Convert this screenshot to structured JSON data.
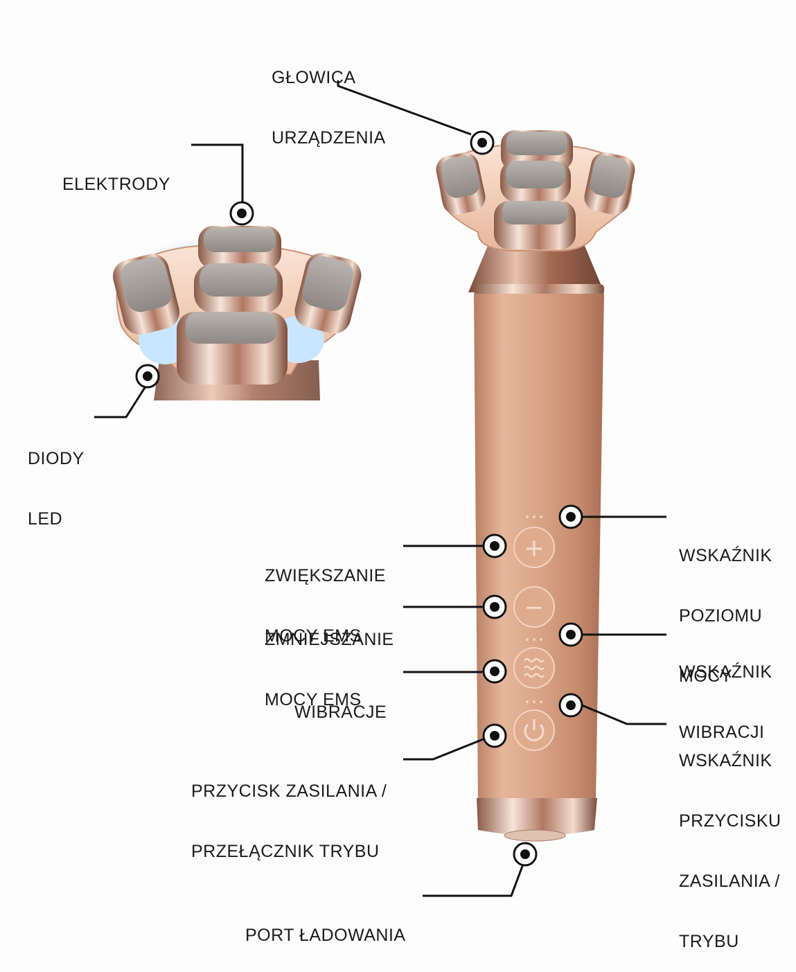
{
  "labels": {
    "head": [
      "GŁOWICA",
      "URZĄDZENIA"
    ],
    "electrodes": [
      "ELEKTRODY"
    ],
    "leds": [
      "DIODY",
      "LED"
    ],
    "ems_up": [
      "ZWIĘKSZANIE",
      "MOCY EMS"
    ],
    "ems_down": [
      "ZMNIEJSZANIE",
      "MOCY EMS"
    ],
    "vibration": [
      "WIBRACJE"
    ],
    "power": [
      "PRZYCISK ZASILANIA /",
      "PRZEŁĄCZNIK TRYBU"
    ],
    "charging": [
      "PORT ŁADOWANIA"
    ],
    "power_level": [
      "WSKAŹNIK",
      "POZIOMU",
      "MOCY"
    ],
    "vibration_ind": [
      "WSKAŹNIK",
      "WIBRACJI"
    ],
    "power_ind": [
      "WSKAŹNIK",
      "PRZYCISKU",
      "ZASILANIA /",
      "TRYBU"
    ]
  },
  "buttons": {
    "plus_symbol": "+",
    "minus_symbol": "−"
  },
  "colors": {
    "body": "#d9a588",
    "body_light": "#f0cdb6",
    "body_dark": "#b88065",
    "chrome": "#e9d2c4",
    "pad": "#9d9894",
    "led": "#bfe1ff",
    "line": "#111111"
  }
}
